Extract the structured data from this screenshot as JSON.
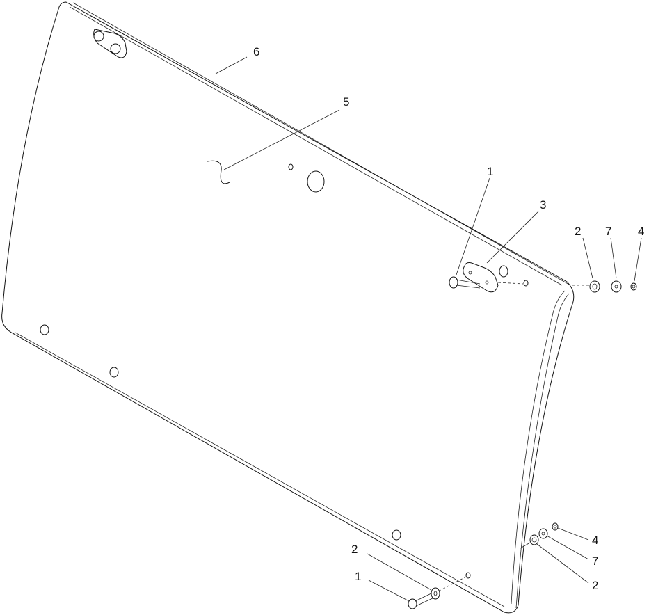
{
  "callouts": {
    "c6": "6",
    "c5": "5",
    "c1_top": "1",
    "c3": "3",
    "c2_top": "2",
    "c7_top": "7",
    "c4_top": "4",
    "c4_bottom": "4",
    "c7_bottom": "7",
    "c2_bottom_right": "2",
    "c2_bottom_left": "2",
    "c1_bottom": "1"
  }
}
